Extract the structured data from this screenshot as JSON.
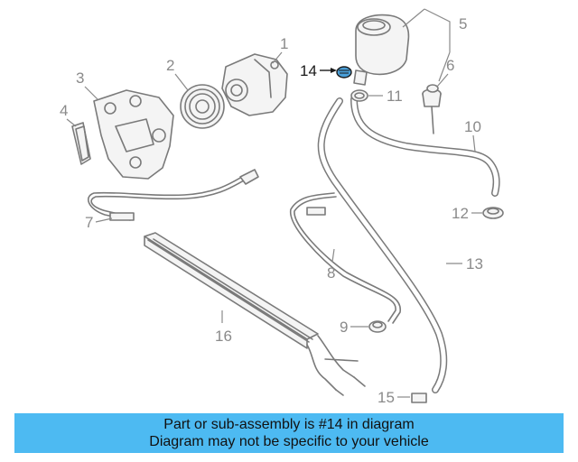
{
  "callouts": {
    "c1": "1",
    "c2": "2",
    "c3": "3",
    "c4": "4",
    "c5": "5",
    "c6": "6",
    "c7": "7",
    "c8": "8",
    "c9": "9",
    "c10": "10",
    "c11": "11",
    "c12": "12",
    "c13": "13",
    "c14": "14",
    "c15": "15",
    "c16": "16"
  },
  "highlight_part": "14",
  "colors": {
    "highlight": "#4a9fd8",
    "banner": "#4dbaf2",
    "line": "#7a7a7a",
    "callout": "#8a8a8a"
  },
  "banner": {
    "line1": "Part or sub-assembly is #14 in diagram",
    "line2": "Diagram may not be specific to your vehicle"
  }
}
